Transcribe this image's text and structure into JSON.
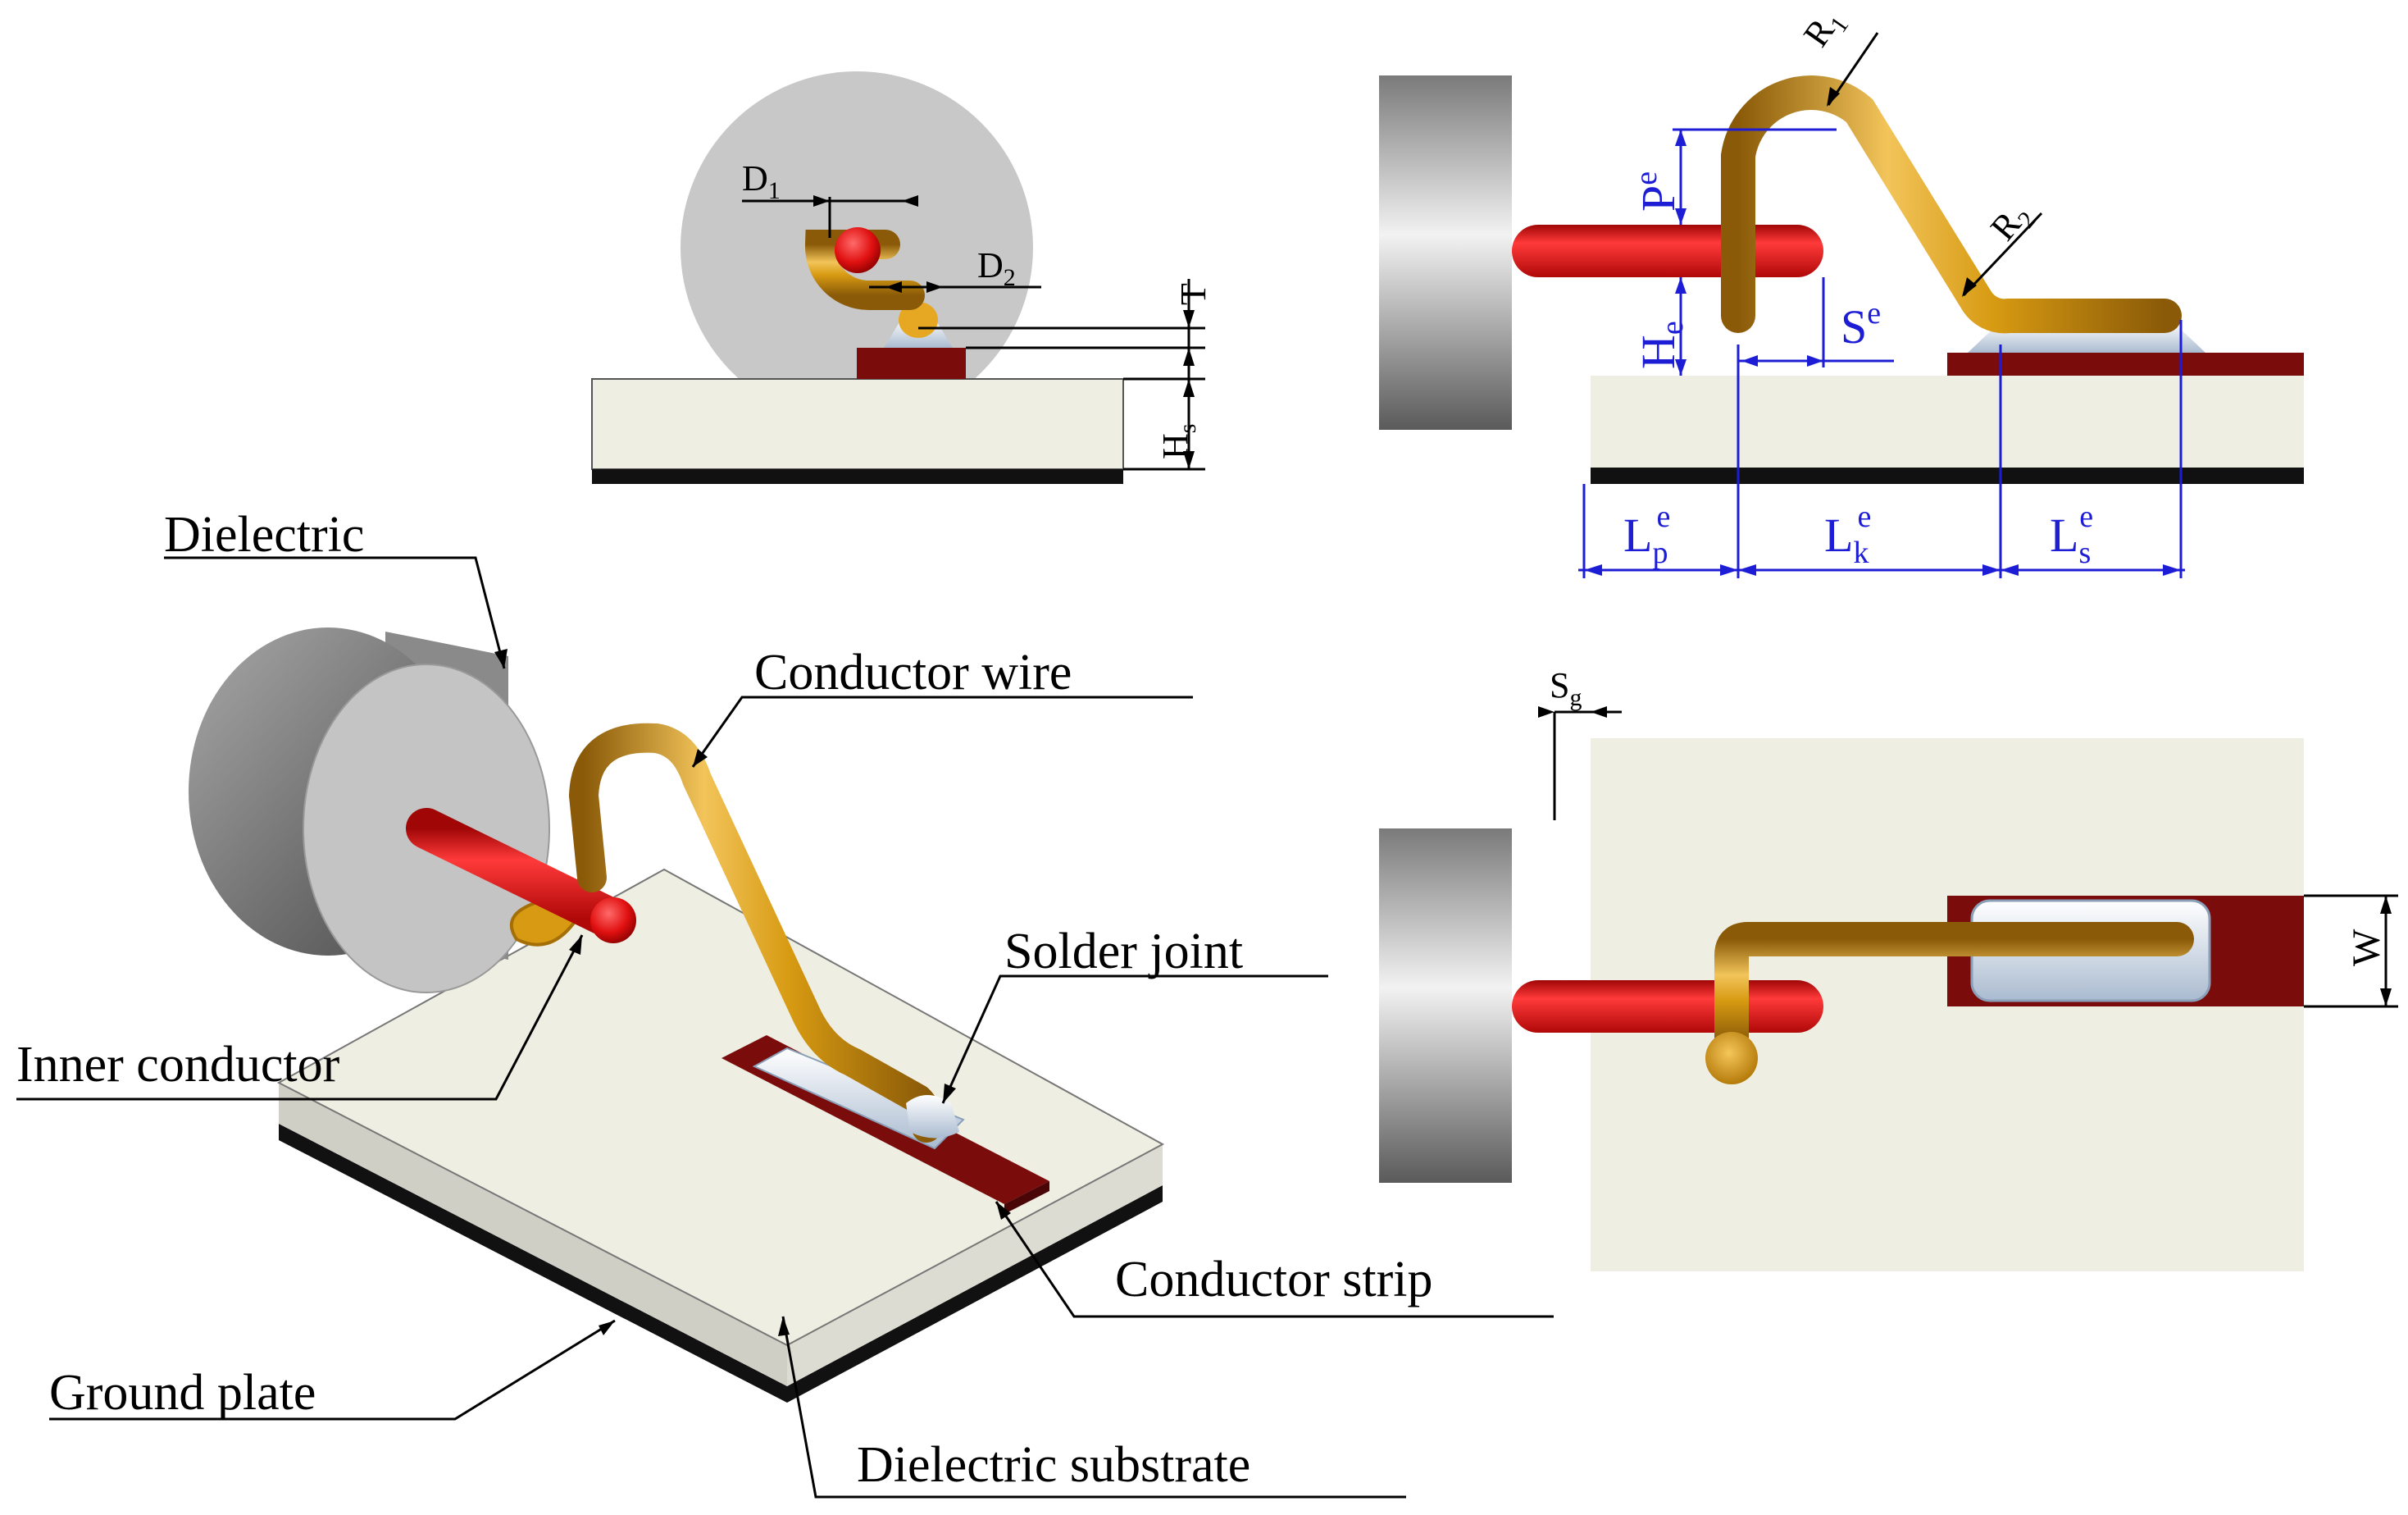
{
  "labels": {
    "dielectric": "Dielectric",
    "conductor_wire": "Conductor wire",
    "solder_joint": "Solder joint",
    "inner_conductor": "Inner conductor",
    "conductor_strip": "Conductor strip",
    "ground_plate": "Ground plate",
    "dielectric_substrate": "Dielectric substrate"
  },
  "front_view": {
    "d1": {
      "base": "D",
      "sub": "1"
    },
    "d2": {
      "base": "D",
      "sub": "2"
    },
    "t": "T",
    "h": {
      "base": "H",
      "sub": "s"
    }
  },
  "side_view": {
    "r1": {
      "base": "R",
      "sub": "1"
    },
    "r2": {
      "base": "R",
      "sub": "2"
    },
    "pe": {
      "base": "P",
      "sup": "e"
    },
    "he": {
      "base": "H",
      "sub": "e"
    },
    "se": {
      "base": "S",
      "sup": "e"
    },
    "lp": {
      "base": "L",
      "sub": "p",
      "sup": "e"
    },
    "lk": {
      "base": "L",
      "sub": "k",
      "sup": "e"
    },
    "ls": {
      "base": "L",
      "sub": "s",
      "sup": "e"
    }
  },
  "top_view": {
    "sg": {
      "base": "S",
      "sub": "g"
    },
    "w": "W"
  },
  "colors": {
    "wire": "#d79a12",
    "inner_conductor": "#e01010",
    "strip": "#7a0c0c",
    "substrate": "#efeee2",
    "ground": "#111111",
    "dim_blue": "#1d1dd6"
  }
}
